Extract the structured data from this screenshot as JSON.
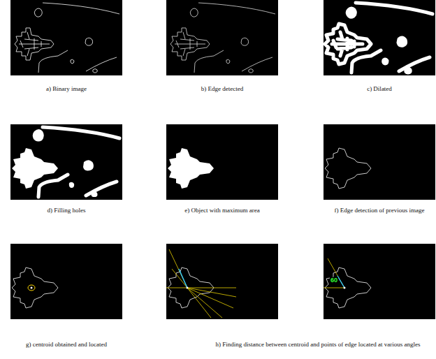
{
  "diagram": {
    "labels": [
      "a)  Binary image",
      "b) Edge detected",
      "c) Dilated",
      "d) Filling holes",
      "e) Object with maximum area",
      "f) Edge detection of previous image",
      "g) centroid obtained and  located",
      "h) Finding distance between centroid and points of edge located at various angles",
      "60"
    ]
  }
}
